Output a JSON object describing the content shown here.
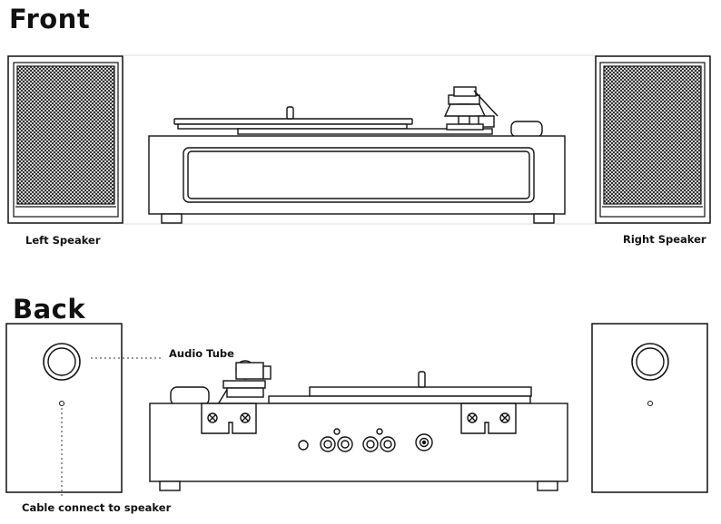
{
  "front": {
    "heading": "Front",
    "left_label": "Left  Speaker",
    "right_label": "Right  Speaker"
  },
  "back": {
    "heading": "Back",
    "audio_tube_label": "Audio Tube",
    "cable_label": "Cable  connect to speaker"
  },
  "colors": {
    "line": "#111111",
    "guide": "#9a9a9a",
    "panel": "#f4f4f4"
  }
}
